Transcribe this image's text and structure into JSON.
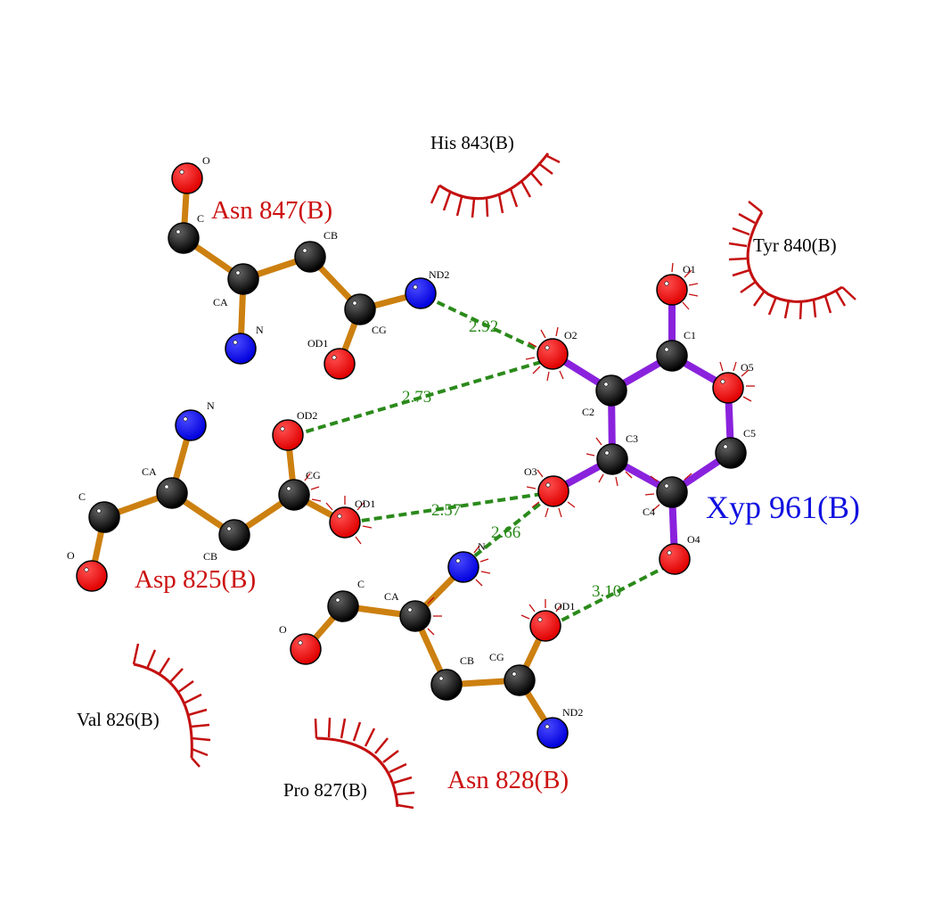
{
  "colors": {
    "carbon": "#000000",
    "oxygen": "#ff0000",
    "nitrogen": "#0000ff",
    "residue_bond": "#cc8010",
    "ligand_bond": "#8a22dd",
    "hbond": "#2a8a1a",
    "hydrophobic_arc": "#c41010"
  },
  "ligand": {
    "label": "Xyp 961(B)",
    "atoms": {
      "O1": "O1",
      "C1": "C1",
      "O5": "O5",
      "C5": "C5",
      "C4": "C4",
      "O4": "O4",
      "C3": "C3",
      "O3": "O3",
      "C2": "C2",
      "O2": "O2"
    }
  },
  "residues": {
    "asn847": {
      "label": "Asn 847(B)",
      "atoms": {
        "O": "O",
        "C": "C",
        "CA": "CA",
        "N": "N",
        "CB": "CB",
        "CG": "CG",
        "OD1": "OD1",
        "ND2": "ND2"
      }
    },
    "asp825": {
      "label": "Asp 825(B)",
      "atoms": {
        "N": "N",
        "CA": "CA",
        "C": "C",
        "O": "O",
        "CB": "CB",
        "CG": "CG",
        "OD1": "OD1",
        "OD2": "OD2"
      }
    },
    "asn828": {
      "label": "Asn 828(B)",
      "atoms": {
        "N": "N",
        "CA": "CA",
        "C": "C",
        "O": "O",
        "CB": "CB",
        "CG": "CG",
        "OD1": "OD1",
        "ND2": "ND2"
      }
    }
  },
  "hydrophobic": {
    "his843": "His 843(B)",
    "tyr840": "Tyr 840(B)",
    "val826": "Val 826(B)",
    "pro827": "Pro 827(B)"
  },
  "hbonds": [
    {
      "id": "nd2-o2",
      "distance": "2.92"
    },
    {
      "id": "od2-o2",
      "distance": "2.73"
    },
    {
      "id": "od1-o3",
      "distance": "2.57"
    },
    {
      "id": "n-o3",
      "distance": "2.66"
    },
    {
      "id": "od1-o4",
      "distance": "3.10"
    }
  ]
}
